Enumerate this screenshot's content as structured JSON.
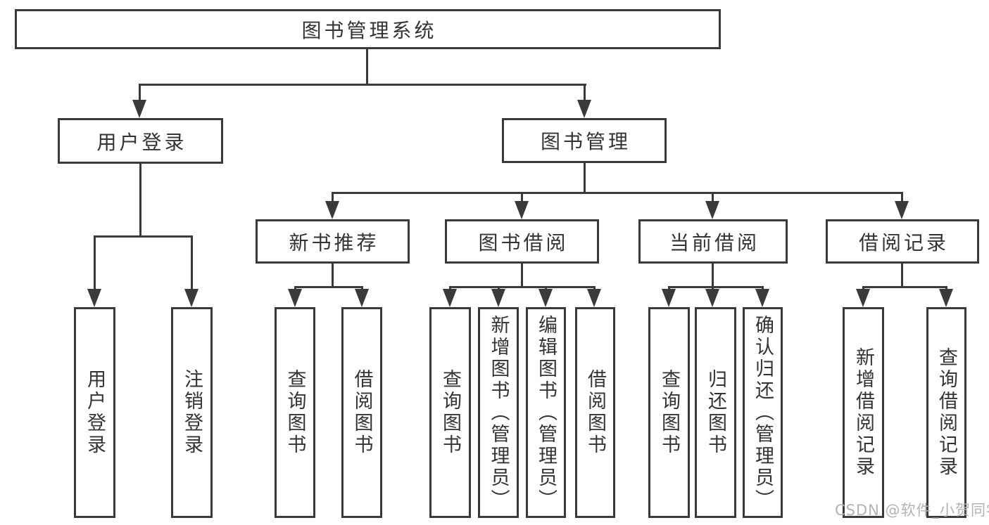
{
  "diagram": {
    "watermark": "CSDN @软件_小贺同学",
    "colors": {
      "line": "#3a3a3a",
      "text": "#333333",
      "background": "#ffffff",
      "watermark": "#b3b3b3"
    },
    "tree": {
      "root": {
        "label": "图书管理系统",
        "children": {
          "login": {
            "label": "用户登录",
            "children": {
              "user_login": {
                "label": "用户登录"
              },
              "logout": {
                "label": "注销登录"
              }
            }
          },
          "mgmt": {
            "label": "图书管理",
            "children": {
              "newbook": {
                "label": "新书推荐",
                "children": {
                  "query": {
                    "label": "查询图书"
                  },
                  "borrow": {
                    "label": "借阅图书"
                  }
                }
              },
              "borrowing": {
                "label": "图书借阅",
                "children": {
                  "query": {
                    "label": "查询图书"
                  },
                  "add": {
                    "label": "新增图书（管理员）"
                  },
                  "edit": {
                    "label": "编辑图书（管理员）"
                  },
                  "borrow": {
                    "label": "借阅图书"
                  }
                }
              },
              "current": {
                "label": "当前借阅",
                "children": {
                  "query": {
                    "label": "查询图书"
                  },
                  "return": {
                    "label": "归还图书"
                  },
                  "confirm": {
                    "label": "确认归还（管理员）"
                  }
                }
              },
              "records": {
                "label": "借阅记录",
                "children": {
                  "add": {
                    "label": "新增借阅记录"
                  },
                  "query": {
                    "label": "查询借阅记录"
                  }
                }
              }
            }
          }
        }
      }
    }
  }
}
